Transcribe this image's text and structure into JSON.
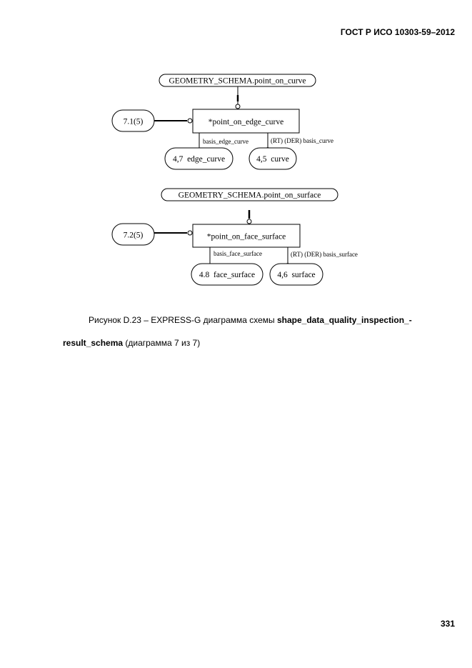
{
  "header": {
    "doc_id": "ГОСТ Р ИСО 10303-59–2012"
  },
  "diagram1": {
    "schema_ref": "GEOMETRY_SCHEMA.point_on_curve",
    "entity": "*point_on_edge_curve",
    "page_ref": "7.1(5)",
    "attr_left": "basis_edge_curve",
    "attr_right": "(RT) (DER) basis_curve",
    "target_left": "4,7  edge_curve",
    "target_right": "4,5  curve"
  },
  "diagram2": {
    "schema_ref": "GEOMETRY_SCHEMA.point_on_surface",
    "entity": "*point_on_face_surface",
    "page_ref": "7.2(5)",
    "attr_left": "basis_face_surface",
    "attr_right": "(RT) (DER) basis_surface",
    "target_left": "4.8  face_surface",
    "target_right": "4,6  surface"
  },
  "caption": {
    "prefix": "Рисунок D.23 – EXPRESS-G диаграмма схемы ",
    "schema_part1": "shape_data_quality_inspection_-",
    "schema_part2": "result_schema",
    "suffix": " (диаграмма 7 из 7)"
  },
  "footer": {
    "page_number": "331"
  }
}
